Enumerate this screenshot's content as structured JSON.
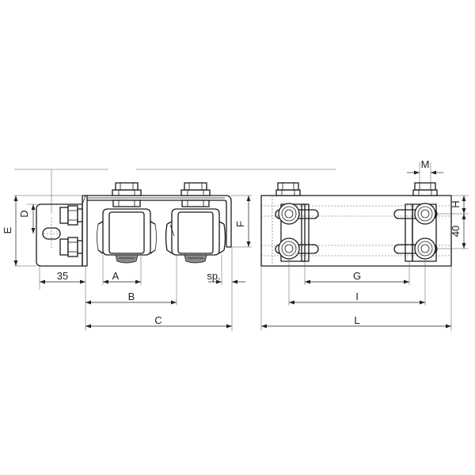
{
  "dimension_labels": {
    "d_35": "35",
    "d_A": "A",
    "d_B": "B",
    "d_C": "C",
    "d_sp": "sp.",
    "d_D": "D",
    "d_E": "E",
    "d_F": "F",
    "d_M": "M",
    "d_H": "H",
    "d_40": "40",
    "d_G": "G",
    "d_I": "I",
    "d_L": "L"
  }
}
